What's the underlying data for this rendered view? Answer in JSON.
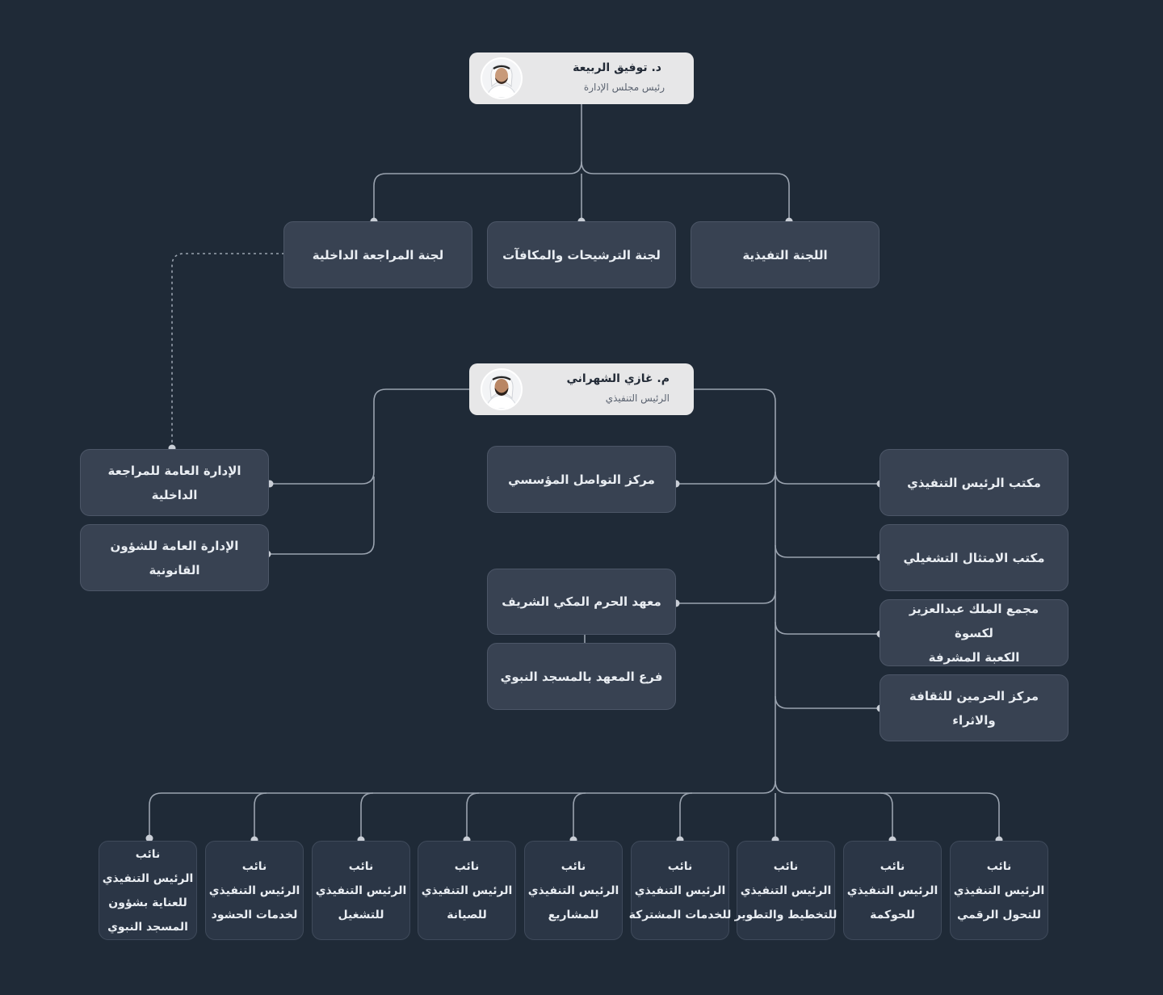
{
  "chairman": {
    "name": "د. توفيق الربيعة",
    "title": "رئيس مجلس الإدارة"
  },
  "ceo": {
    "name": "م. غازي الشهراني",
    "title": "الرئيس التنفيذي"
  },
  "committees": {
    "internal_audit": "لجنة المراجعة الداخلية",
    "nominations": "لجنة الترشيحات والمكافآت",
    "executive": "اللجنة التفيذية"
  },
  "left_units": {
    "audit_dept": "الإدارة العامة للمراجعة الداخلية",
    "legal_dept": "الإدارة العامة للشؤون القانونية"
  },
  "center_units": {
    "communication": "مركز التواصل المؤسسي",
    "institute": "معهد الحرم المكي الشريف",
    "institute_branch": "فرع المعهد بالمسجد النبوي"
  },
  "right_units": {
    "ceo_office": "مكتب الرئيس التنفيذي",
    "compliance": "مكتب الامتثال التشغيلي",
    "kiswa_line1": "مجمع الملك عبدالعزيز لكسوة",
    "kiswa_line2": "الكعبة المشرفة",
    "culture": "مركز الحرمين للثقافة والاثراء"
  },
  "vice_presidents": [
    {
      "l1": "نائب",
      "l2": "الرئيس التنفيذي",
      "l3": "للعناية بشؤون",
      "l4": "المسجد النبوي"
    },
    {
      "l1": "نائب",
      "l2": "الرئيس التنفيذي",
      "l3": "لخدمات الحشود"
    },
    {
      "l1": "نائب",
      "l2": "الرئيس التنفيذي",
      "l3": "للتشغيل"
    },
    {
      "l1": "نائب",
      "l2": "الرئيس التنفيذي",
      "l3": "للصيانة"
    },
    {
      "l1": "نائب",
      "l2": "الرئيس التنفيذي",
      "l3": "للمشاريع"
    },
    {
      "l1": "نائب",
      "l2": "الرئيس التنفيذي",
      "l3": "للخدمات المشتركة"
    },
    {
      "l1": "نائب",
      "l2": "الرئيس التنفيذي",
      "l3": "للتخطيط والتطوير"
    },
    {
      "l1": "نائب",
      "l2": "الرئيس التنفيذي",
      "l3": "للحوكمة"
    },
    {
      "l1": "نائب",
      "l2": "الرئيس التنفيذي",
      "l3": "للتحول الرقمي"
    }
  ],
  "colors": {
    "background": "#1f2a37",
    "box": "#384252",
    "vp_box": "#2b3646",
    "person_card": "#e7e7e8",
    "connector": "#9aa3af"
  }
}
